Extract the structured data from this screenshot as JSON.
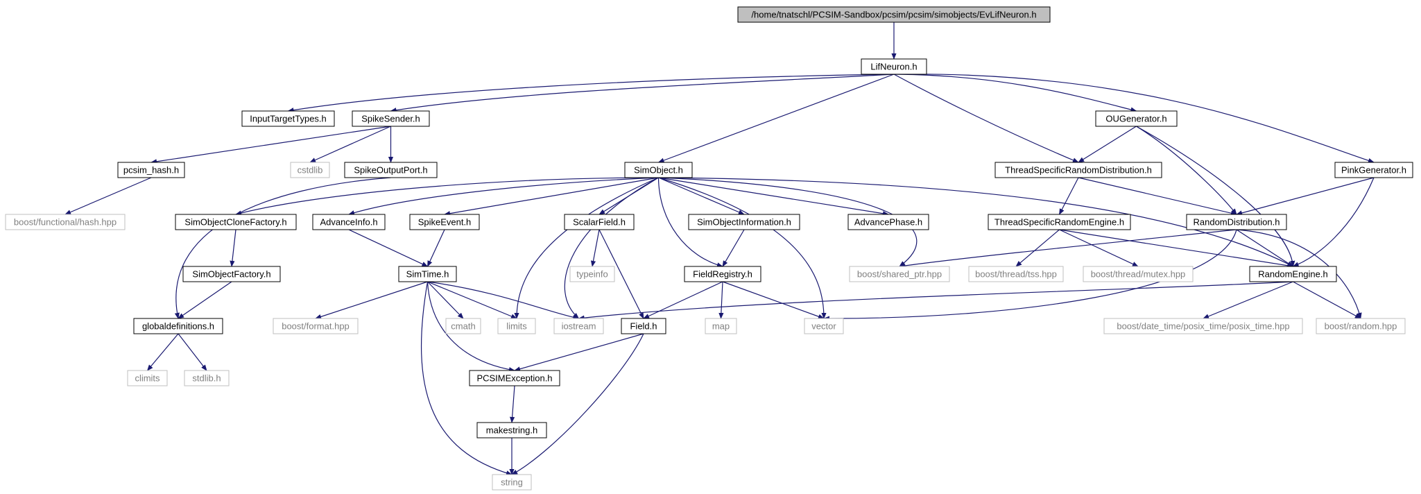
{
  "colors": {
    "edge": "#191970",
    "root_fill": "#bfbfbf",
    "root_stroke": "#000000",
    "local_stroke": "#000000",
    "system_stroke": "#bfbfbf",
    "local_text": "#000000",
    "system_text": "#808080"
  },
  "nodes": [
    {
      "id": "ev",
      "label": "/home/tnatschl/PCSIM-Sandbox/pcsim/pcsim/simobjects/EvLifNeuron.h",
      "kind": "root"
    },
    {
      "id": "lif",
      "label": "LifNeuron.h",
      "kind": "local"
    },
    {
      "id": "itt",
      "label": "InputTargetTypes.h",
      "kind": "local"
    },
    {
      "id": "ss",
      "label": "SpikeSender.h",
      "kind": "local"
    },
    {
      "id": "oug",
      "label": "OUGenerator.h",
      "kind": "local"
    },
    {
      "id": "pcsimhash",
      "label": "pcsim_hash.h",
      "kind": "local"
    },
    {
      "id": "cstdlib",
      "label": "cstdlib",
      "kind": "system"
    },
    {
      "id": "sop",
      "label": "SpikeOutputPort.h",
      "kind": "local"
    },
    {
      "id": "so",
      "label": "SimObject.h",
      "kind": "local"
    },
    {
      "id": "tsrd",
      "label": "ThreadSpecificRandomDistribution.h",
      "kind": "local"
    },
    {
      "id": "pink",
      "label": "PinkGenerator.h",
      "kind": "local"
    },
    {
      "id": "bfh",
      "label": "boost/functional/hash.hpp",
      "kind": "system"
    },
    {
      "id": "socf",
      "label": "SimObjectCloneFactory.h",
      "kind": "local"
    },
    {
      "id": "ai",
      "label": "AdvanceInfo.h",
      "kind": "local"
    },
    {
      "id": "se",
      "label": "SpikeEvent.h",
      "kind": "local"
    },
    {
      "id": "sf",
      "label": "ScalarField.h",
      "kind": "local"
    },
    {
      "id": "soi",
      "label": "SimObjectInformation.h",
      "kind": "local"
    },
    {
      "id": "ap",
      "label": "AdvancePhase.h",
      "kind": "local"
    },
    {
      "id": "tsre",
      "label": "ThreadSpecificRandomEngine.h",
      "kind": "local"
    },
    {
      "id": "rd",
      "label": "RandomDistribution.h",
      "kind": "local"
    },
    {
      "id": "sofac",
      "label": "SimObjectFactory.h",
      "kind": "local"
    },
    {
      "id": "simtime",
      "label": "SimTime.h",
      "kind": "local"
    },
    {
      "id": "typeinfo",
      "label": "typeinfo",
      "kind": "system"
    },
    {
      "id": "fr",
      "label": "FieldRegistry.h",
      "kind": "local"
    },
    {
      "id": "bsp",
      "label": "boost/shared_ptr.hpp",
      "kind": "system"
    },
    {
      "id": "btss",
      "label": "boost/thread/tss.hpp",
      "kind": "system"
    },
    {
      "id": "bmutex",
      "label": "boost/thread/mutex.hpp",
      "kind": "system"
    },
    {
      "id": "re",
      "label": "RandomEngine.h",
      "kind": "local"
    },
    {
      "id": "gd",
      "label": "globaldefinitions.h",
      "kind": "local"
    },
    {
      "id": "bformat",
      "label": "boost/format.hpp",
      "kind": "system"
    },
    {
      "id": "cmath",
      "label": "cmath",
      "kind": "system"
    },
    {
      "id": "limits",
      "label": "limits",
      "kind": "system"
    },
    {
      "id": "iostream",
      "label": "iostream",
      "kind": "system"
    },
    {
      "id": "field",
      "label": "Field.h",
      "kind": "local"
    },
    {
      "id": "map",
      "label": "map",
      "kind": "system"
    },
    {
      "id": "vector",
      "label": "vector",
      "kind": "system"
    },
    {
      "id": "bposix",
      "label": "boost/date_time/posix_time/posix_time.hpp",
      "kind": "system"
    },
    {
      "id": "brandom",
      "label": "boost/random.hpp",
      "kind": "system"
    },
    {
      "id": "climits",
      "label": "climits",
      "kind": "system"
    },
    {
      "id": "stdlib",
      "label": "stdlib.h",
      "kind": "system"
    },
    {
      "id": "pcsimexc",
      "label": "PCSIMException.h",
      "kind": "local"
    },
    {
      "id": "makestring",
      "label": "makestring.h",
      "kind": "local"
    },
    {
      "id": "string",
      "label": "string",
      "kind": "system"
    }
  ],
  "edges": [
    {
      "from": "ev",
      "to": "lif"
    },
    {
      "from": "lif",
      "to": "itt"
    },
    {
      "from": "lif",
      "to": "ss"
    },
    {
      "from": "lif",
      "to": "so"
    },
    {
      "from": "lif",
      "to": "tsrd"
    },
    {
      "from": "lif",
      "to": "oug"
    },
    {
      "from": "lif",
      "to": "pink"
    },
    {
      "from": "ss",
      "to": "pcsimhash"
    },
    {
      "from": "ss",
      "to": "cstdlib"
    },
    {
      "from": "ss",
      "to": "sop"
    },
    {
      "from": "pcsimhash",
      "to": "bfh"
    },
    {
      "from": "sop",
      "to": "gd"
    },
    {
      "from": "so",
      "to": "socf"
    },
    {
      "from": "so",
      "to": "ai"
    },
    {
      "from": "so",
      "to": "se"
    },
    {
      "from": "so",
      "to": "sf"
    },
    {
      "from": "so",
      "to": "soi"
    },
    {
      "from": "so",
      "to": "ap"
    },
    {
      "from": "so",
      "to": "fr"
    },
    {
      "from": "so",
      "to": "limits"
    },
    {
      "from": "so",
      "to": "iostream"
    },
    {
      "from": "so",
      "to": "vector"
    },
    {
      "from": "so",
      "to": "bsp"
    },
    {
      "from": "so",
      "to": "re"
    },
    {
      "from": "oug",
      "to": "tsrd"
    },
    {
      "from": "oug",
      "to": "rd"
    },
    {
      "from": "oug",
      "to": "re"
    },
    {
      "from": "tsrd",
      "to": "tsre"
    },
    {
      "from": "tsrd",
      "to": "rd"
    },
    {
      "from": "pink",
      "to": "rd"
    },
    {
      "from": "pink",
      "to": "re"
    },
    {
      "from": "socf",
      "to": "sofac"
    },
    {
      "from": "sofac",
      "to": "gd"
    },
    {
      "from": "ai",
      "to": "simtime"
    },
    {
      "from": "se",
      "to": "simtime"
    },
    {
      "from": "sf",
      "to": "typeinfo"
    },
    {
      "from": "sf",
      "to": "field"
    },
    {
      "from": "soi",
      "to": "fr"
    },
    {
      "from": "tsre",
      "to": "btss"
    },
    {
      "from": "tsre",
      "to": "bmutex"
    },
    {
      "from": "tsre",
      "to": "re"
    },
    {
      "from": "rd",
      "to": "bsp"
    },
    {
      "from": "rd",
      "to": "re"
    },
    {
      "from": "rd",
      "to": "vector"
    },
    {
      "from": "rd",
      "to": "brandom"
    },
    {
      "from": "re",
      "to": "iostream"
    },
    {
      "from": "re",
      "to": "bposix"
    },
    {
      "from": "re",
      "to": "brandom"
    },
    {
      "from": "simtime",
      "to": "bformat"
    },
    {
      "from": "simtime",
      "to": "cmath"
    },
    {
      "from": "simtime",
      "to": "limits"
    },
    {
      "from": "simtime",
      "to": "iostream"
    },
    {
      "from": "simtime",
      "to": "pcsimexc"
    },
    {
      "from": "simtime",
      "to": "string"
    },
    {
      "from": "fr",
      "to": "field"
    },
    {
      "from": "fr",
      "to": "map"
    },
    {
      "from": "fr",
      "to": "vector"
    },
    {
      "from": "gd",
      "to": "climits"
    },
    {
      "from": "gd",
      "to": "stdlib"
    },
    {
      "from": "field",
      "to": "pcsimexc"
    },
    {
      "from": "field",
      "to": "string"
    },
    {
      "from": "pcsimexc",
      "to": "makestring"
    },
    {
      "from": "makestring",
      "to": "string"
    }
  ]
}
